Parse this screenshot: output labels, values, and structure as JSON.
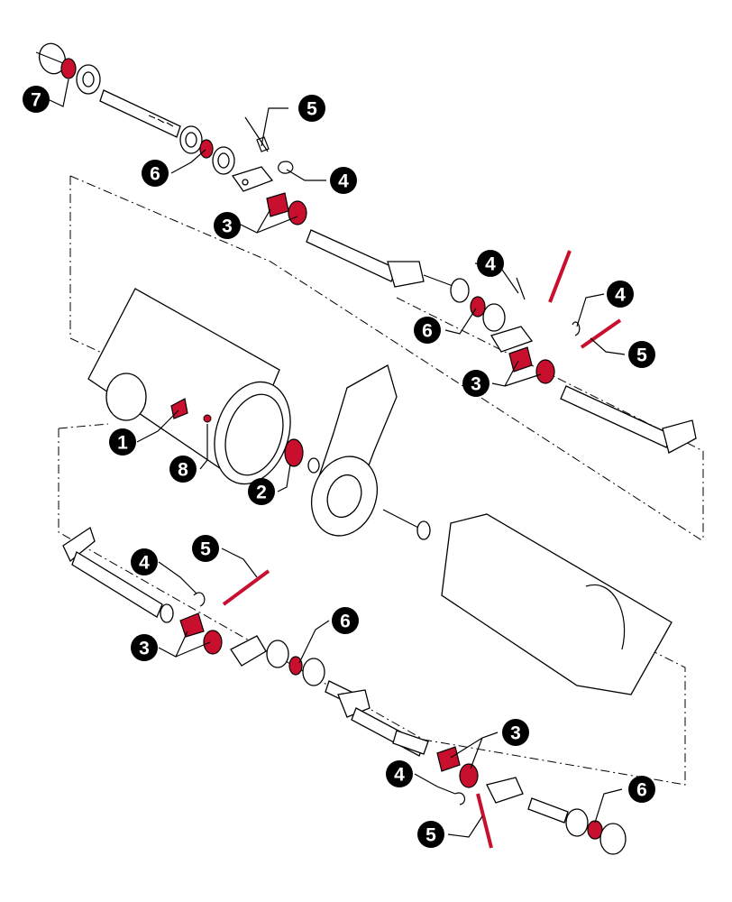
{
  "diagram": {
    "colors": {
      "highlight": "#c8102e",
      "outline": "#000000",
      "callout_bg": "#000000",
      "callout_text": "#ffffff"
    },
    "callouts": [
      {
        "id": "c7",
        "label": "7"
      },
      {
        "id": "c5a",
        "label": "5"
      },
      {
        "id": "c6a",
        "label": "6"
      },
      {
        "id": "c4a",
        "label": "4"
      },
      {
        "id": "c3a",
        "label": "3"
      },
      {
        "id": "c4b",
        "label": "4"
      },
      {
        "id": "c4c",
        "label": "4"
      },
      {
        "id": "c6b",
        "label": "6"
      },
      {
        "id": "c3b",
        "label": "3"
      },
      {
        "id": "c5b",
        "label": "5"
      },
      {
        "id": "c1",
        "label": "1"
      },
      {
        "id": "c8",
        "label": "8"
      },
      {
        "id": "c2",
        "label": "2"
      },
      {
        "id": "c4d",
        "label": "4"
      },
      {
        "id": "c5c",
        "label": "5"
      },
      {
        "id": "c3c",
        "label": "3"
      },
      {
        "id": "c6c",
        "label": "6"
      },
      {
        "id": "c3d",
        "label": "3"
      },
      {
        "id": "c4e",
        "label": "4"
      },
      {
        "id": "c6d",
        "label": "6"
      },
      {
        "id": "c5d",
        "label": "5"
      }
    ]
  }
}
